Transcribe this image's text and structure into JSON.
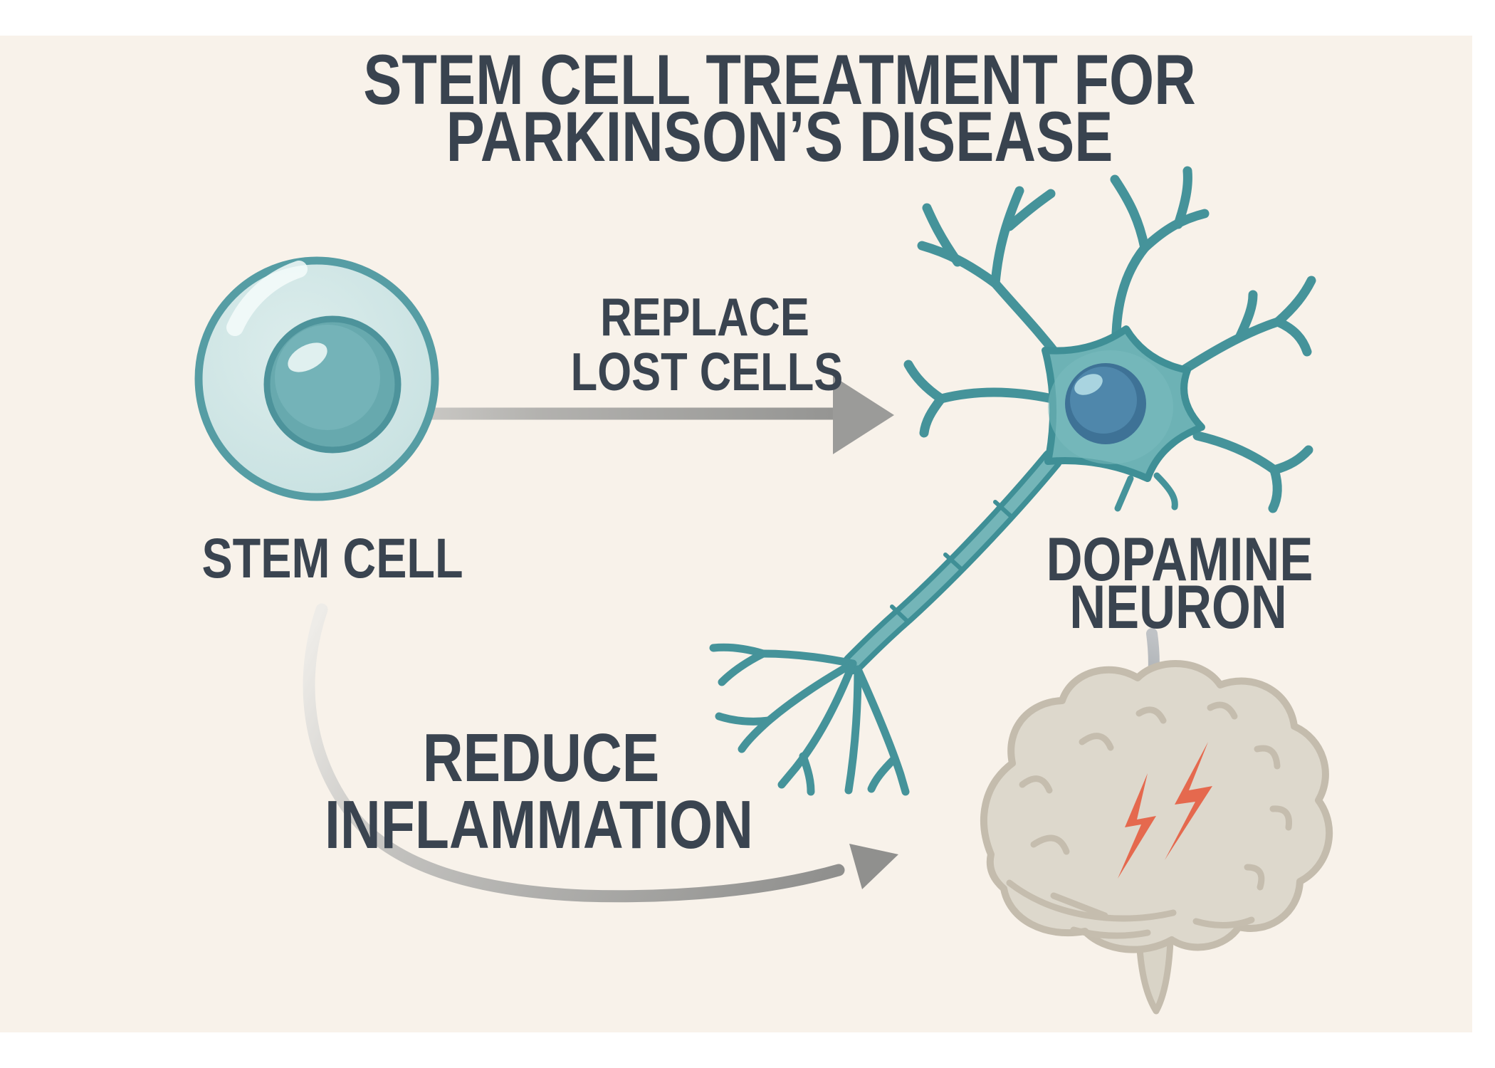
{
  "title": {
    "line1": "STEM CELL TREATMENT FOR",
    "line2": "PARKINSON’S DISEASE"
  },
  "stem_cell": {
    "label": "STEM CELL"
  },
  "dopamine_neuron": {
    "label_line1": "DOPAMINE",
    "label_line2": "NEURON"
  },
  "pathway_replace": {
    "line1": "REPLACE",
    "line2": "LOST CELLS"
  },
  "pathway_reduce": {
    "line1": "REDUCE",
    "line2": "INFLAMMATION"
  },
  "icons": {
    "stem_cell": "stem-cell-icon",
    "neuron": "dopamine-neuron-icon",
    "brain": "inflamed-brain-icon",
    "bolts": "inflammation-bolt-icon",
    "replace_arrow": "right-arrow-icon",
    "reduce_arrow": "curved-arrow-icon",
    "neuron_to_brain_arrow": "curved-down-arrow-icon"
  },
  "colors": {
    "background": "#f8f2ea",
    "frame": "#ffffff",
    "text": "#3a4450",
    "teal_outline": "#3f8f96",
    "teal_fill": "#6db2b5",
    "cell_fill": "#cfe4e4",
    "nucleus_blue": "#4f87ab",
    "arrow_gray": "#9b9b99",
    "brain_fill": "#ddd8cc",
    "brain_outline": "#c4bcad",
    "bolt_orange": "#e5694e"
  }
}
